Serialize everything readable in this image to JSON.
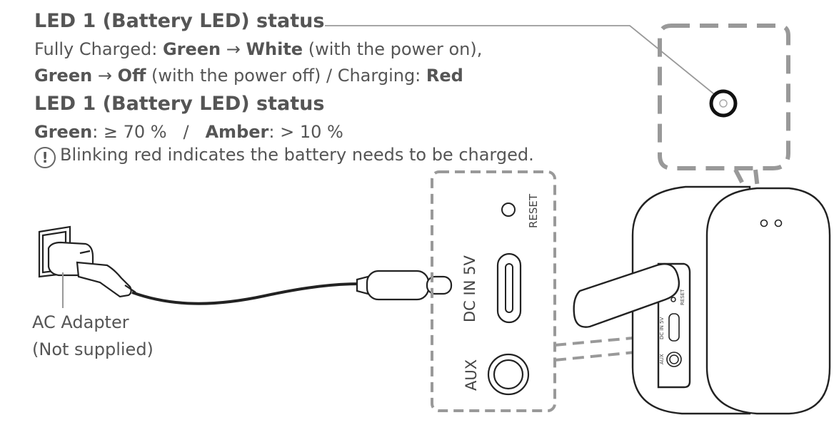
{
  "led_status": {
    "heading_1": "LED 1 (Battery LED) status",
    "line1_a": "Fully Charged: ",
    "line1_b": "Green",
    "arrow": "→",
    "line1_c": "White",
    "line1_d": " (with the power on),",
    "line2_a": "Green",
    "line2_b": "Off",
    "line2_c": " (with the power off) / Charging: ",
    "line2_d": "Red",
    "heading_2": "LED 1 (Battery LED) status",
    "line3_a": "Green",
    "line3_b": ": ≥ 70 %   /   ",
    "line3_c": "Amber",
    "line3_d": ": > 10 %",
    "warning_icon": "!",
    "warning_text": "Blinking red indicates the battery needs to be charged."
  },
  "adapter": {
    "label_1": "AC Adapter",
    "label_2": "(Not supplied)"
  },
  "panel": {
    "reset": "RESET",
    "dc_in": "DC IN 5V",
    "aux": "AUX"
  },
  "device_panel": {
    "reset": "RESET",
    "dc_in": "DC IN 5V",
    "aux": "AUX"
  },
  "colors": {
    "dash": "#999999",
    "outline": "#222222",
    "text": "#555555"
  }
}
